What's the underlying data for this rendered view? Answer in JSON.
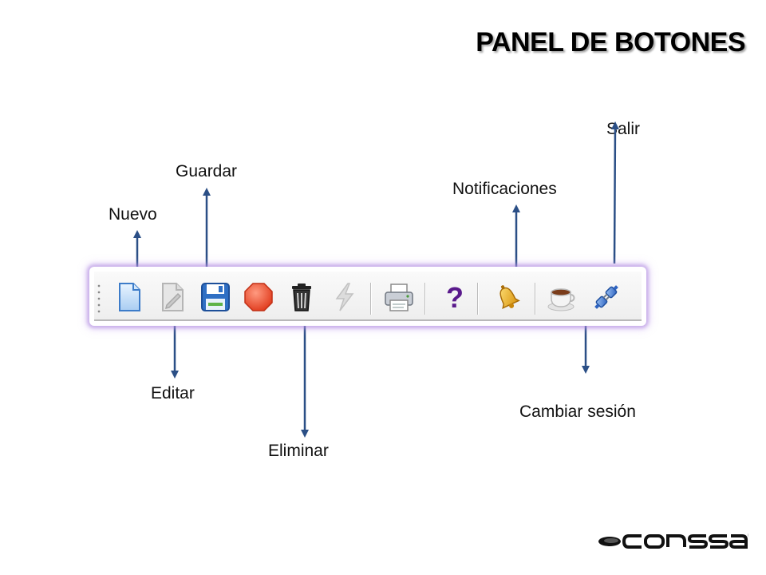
{
  "page": {
    "title": "PANEL DE BOTONES"
  },
  "toolbar": {
    "buttons": [
      {
        "name": "nuevo",
        "icon": "new-document-icon"
      },
      {
        "name": "editar",
        "icon": "edit-document-icon",
        "state": "disabled"
      },
      {
        "name": "guardar",
        "icon": "save-disk-icon"
      },
      {
        "name": "detener",
        "icon": "stop-icon"
      },
      {
        "name": "eliminar",
        "icon": "trash-icon"
      },
      {
        "name": "ejecutar",
        "icon": "lightning-icon",
        "state": "disabled"
      },
      {
        "name": "imprimir",
        "icon": "printer-icon"
      },
      {
        "name": "ayuda",
        "icon": "help-icon"
      },
      {
        "name": "notificaciones",
        "icon": "bell-icon"
      },
      {
        "name": "cambiar-sesion",
        "icon": "coffee-cup-icon"
      },
      {
        "name": "salir",
        "icon": "plug-icon"
      }
    ]
  },
  "callouts": {
    "nuevo": "Nuevo",
    "guardar": "Guardar",
    "notificaciones": "Notificaciones",
    "salir": "Salir",
    "editar": "Editar",
    "eliminar": "Eliminar",
    "cambiar_sesion": "Cambiar sesión"
  },
  "logo": {
    "text": "CONSSA"
  },
  "colors": {
    "arrow": "#2b4f86",
    "toolbar_glow": "#b48ce0",
    "title": "#000000"
  }
}
